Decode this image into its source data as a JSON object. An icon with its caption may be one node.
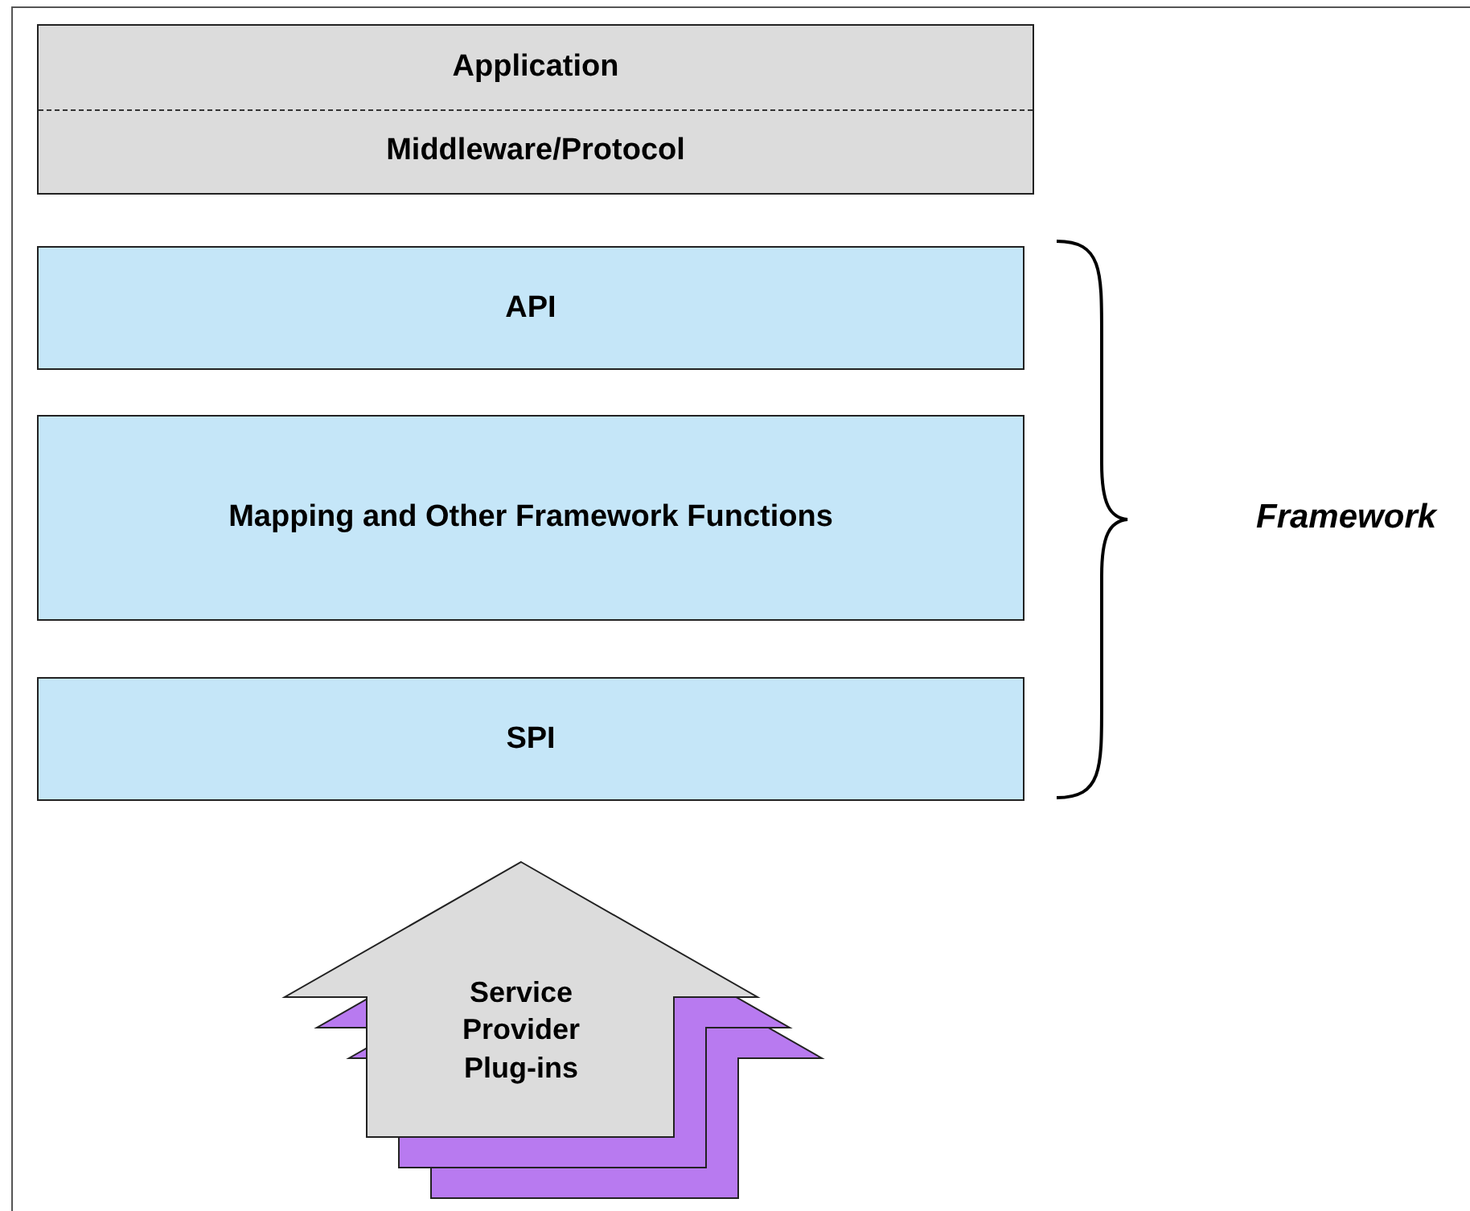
{
  "diagram": {
    "nodes": [
      {
        "text": [
          "Application",
          "Middleware/Protocol"
        ]
      },
      {
        "text": [
          "API"
        ]
      },
      {
        "text": [
          "Mapping and Other Framework Functions"
        ]
      },
      {
        "text": [
          "SPI"
        ]
      },
      {
        "text": [
          "Service Provider Plug-ins"
        ]
      }
    ],
    "labels": [
      "Framework"
    ]
  }
}
